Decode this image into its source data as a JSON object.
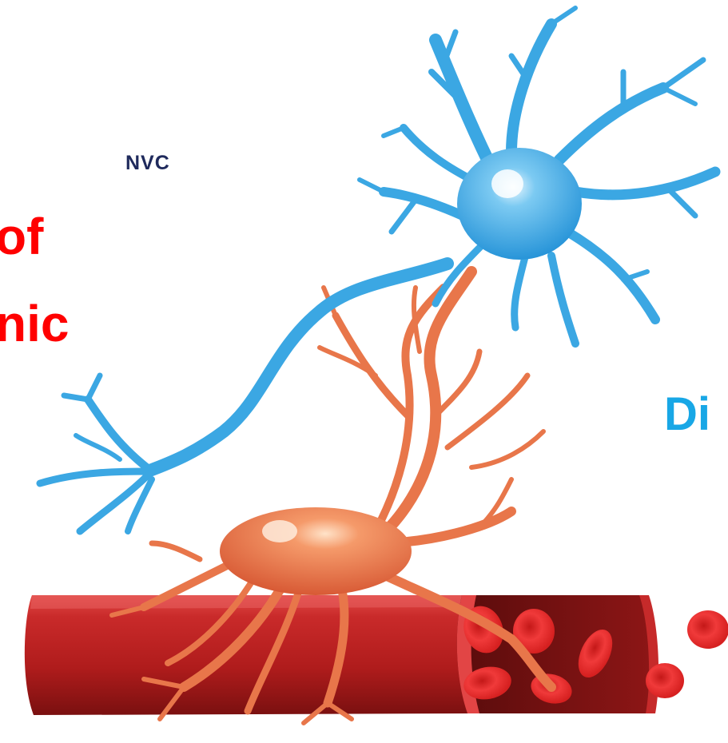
{
  "labels": {
    "nvc": "NVC",
    "left_line_1": "of",
    "left_line_2": "nic",
    "right_line_1": "Di"
  },
  "colors": {
    "nvc_text": "#1f2a5c",
    "left_text": "#ff0000",
    "right_text": "#18a7e6",
    "neuron": "#3ba7e3",
    "astrocyte": "#e8764a",
    "vessel": "#b81e1e",
    "rbc": "#e52a2a"
  },
  "icons": [
    "neuron-illustration",
    "astrocyte-illustration",
    "blood-vessel-illustration",
    "red-blood-cell-icon"
  ]
}
